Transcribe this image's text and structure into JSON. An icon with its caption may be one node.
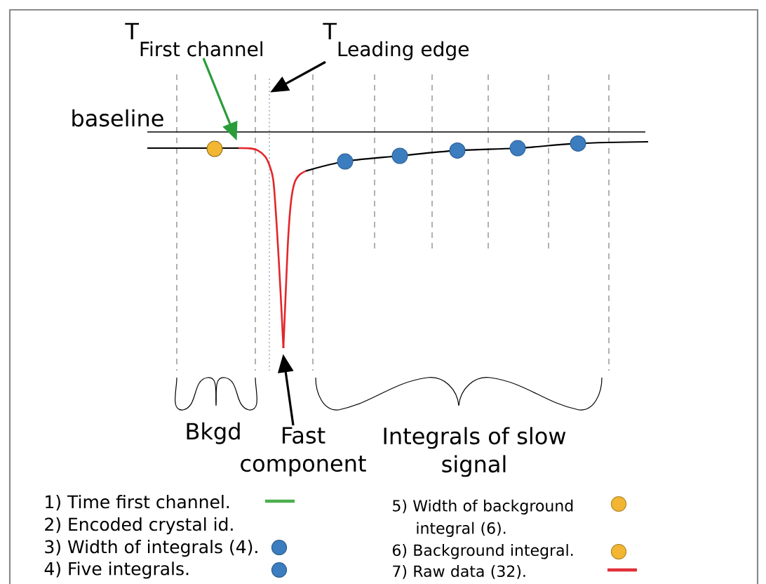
{
  "diagram": {
    "nodes": [
      {
        "text": [
          "T$_{First channel}$"
        ]
      },
      {
        "text": [
          "T$_{Leading edge}$"
        ]
      },
      {
        "text": [],
        "shape": "line"
      },
      {
        "text": [],
        "shape": "picture"
      },
      {
        "text": [
          "Fast component"
        ]
      }
    ],
    "edges": [
      {
        "from": 0,
        "to": 3,
        "arrow": "to",
        "color": "#2a9d3a"
      },
      {
        "from": 1,
        "to": 2,
        "arrow": "to"
      },
      {
        "from": 4,
        "to": 3,
        "arrow": "to"
      }
    ],
    "labels": [
      "baseline",
      "Bkgd",
      "Integrals of slow signal"
    ],
    "legend": [
      {
        "text": "1) Time first channel.",
        "color": "#4caf50"
      },
      {
        "text": "2) Encoded crystal id."
      },
      {
        "text": "3) Width of integrals (4).",
        "color": "#3b7dbf"
      },
      {
        "text": "4) Five integrals.",
        "color": "#3b7dbf"
      },
      {
        "text": "5) Width of background integral (6).",
        "color": "#f2b632"
      },
      {
        "text": "6) Background integral.",
        "color": "#f2b632"
      },
      {
        "text": "7) Raw data (32).",
        "color": "#e0303a"
      }
    ]
  }
}
